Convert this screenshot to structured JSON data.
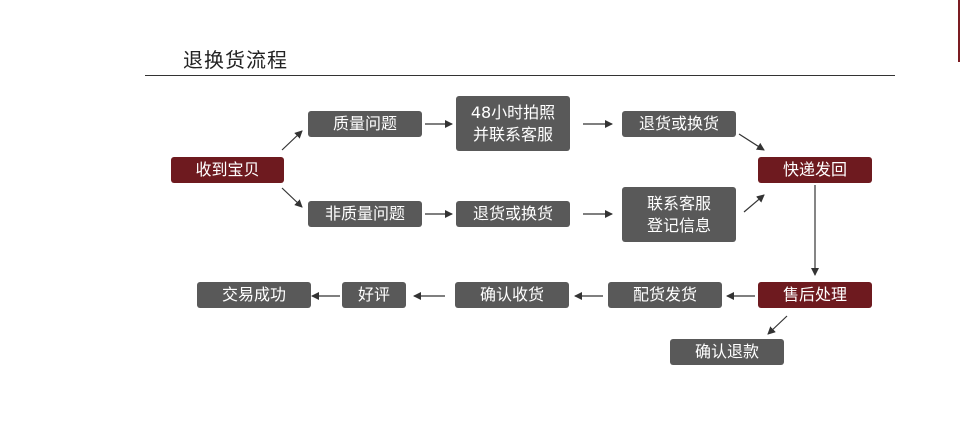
{
  "title": "退换货流程",
  "colors": {
    "node": "#595959",
    "highlight": "#6e1a1f",
    "arrow": "#333333"
  },
  "nodes": {
    "receive": "收到宝贝",
    "quality_issue": "质量问题",
    "photo_contact": "48小时拍照\n并联系客服",
    "return_exchange_top": "退货或换货",
    "ship_back": "快递发回",
    "non_quality_issue": "非质量问题",
    "return_exchange_mid": "退货或换货",
    "contact_register": "联系客服\n登记信息",
    "after_sales": "售后处理",
    "confirm_refund": "确认退款",
    "restock_ship": "配货发货",
    "confirm_receipt": "确认收货",
    "good_review": "好评",
    "deal_done": "交易成功"
  }
}
